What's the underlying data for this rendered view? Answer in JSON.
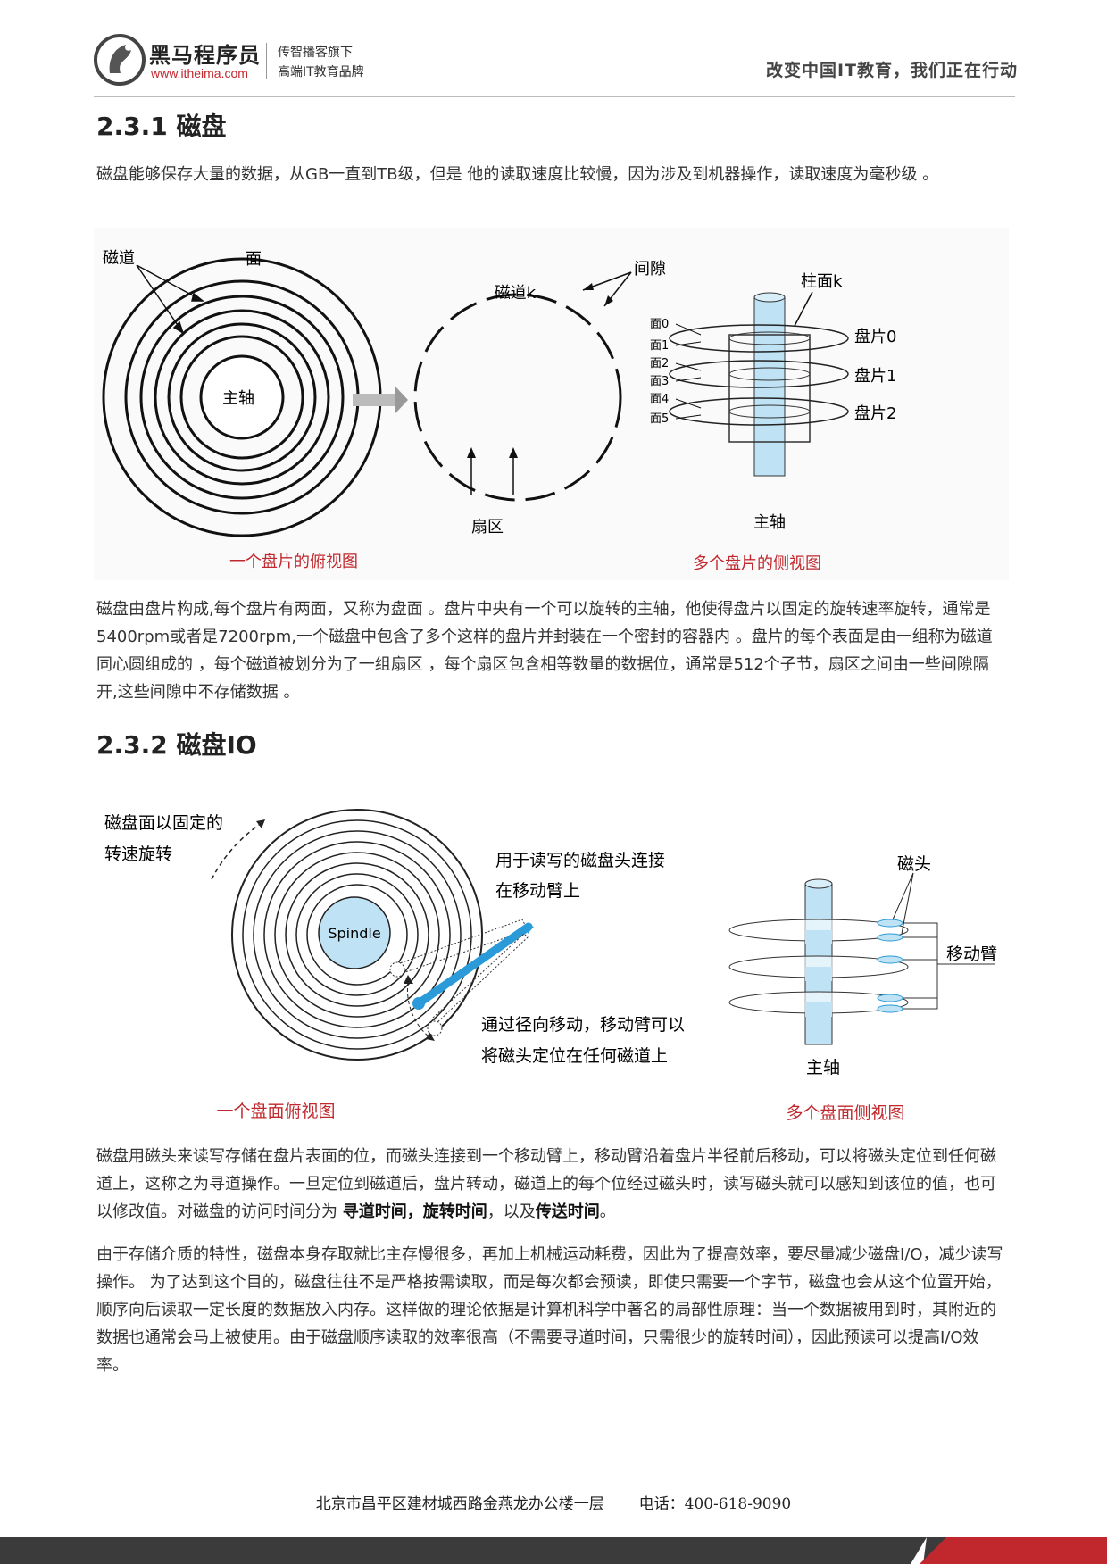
{
  "header": {
    "brand_name": "黑马程序员",
    "brand_url": "www.itheima.com",
    "tagline_1": "传智播客旗下",
    "tagline_2": "高端IT教育品牌",
    "slogan": "改变中国IT教育，我们正在行动"
  },
  "section1": {
    "title": "2.3.1 磁盘",
    "intro": "磁盘能够保存大量的数据，从GB一直到TB级，但是 他的读取速度比较慢，因为涉及到机器操作，读取速度为毫秒级 。",
    "figure": {
      "top_view": {
        "label_track": "磁道",
        "label_face": "面",
        "label_spindle": "主轴"
      },
      "track_view": {
        "label_track_k": "磁道k",
        "label_gap": "间隙",
        "label_sector": "扇区"
      },
      "side_view": {
        "label_cylinder": "柱面k",
        "faces": [
          "面0",
          "面1",
          "面2",
          "面3",
          "面4",
          "面5"
        ],
        "platters": [
          "盘片0",
          "盘片1",
          "盘片2"
        ],
        "label_spindle": "主轴"
      },
      "caption_top": "一个盘片的俯视图",
      "caption_side": "多个盘片的侧视图"
    },
    "body": "磁盘由盘片构成,每个盘片有两面，又称为盘面 。盘片中央有一个可以旋转的主轴，他使得盘片以固定的旋转速率旋转，通常是5400rpm或者是7200rpm,一个磁盘中包含了多个这样的盘片并封装在一个密封的容器内 。盘片的每个表面是由一组称为磁道同心圆组成的 ，每个磁道被划分为了一组扇区 ，每个扇区包含相等数量的数据位，通常是512个子节，扇区之间由一些间隙隔开,这些间隙中不存储数据 。"
  },
  "section2": {
    "title": "2.3.2 磁盘IO",
    "figure": {
      "rotate_1": "磁盘面以固定的",
      "rotate_2": "转速旋转",
      "spindle": "Spindle",
      "head_1": "用于读写的磁盘头连接",
      "head_2": "在移动臂上",
      "move_1": "通过径向移动，移动臂可以",
      "move_2": "将磁头定位在任何磁道上",
      "label_head": "磁头",
      "label_arm": "移动臂",
      "label_spindle": "主轴",
      "caption_top": "一个盘面俯视图",
      "caption_side": "多个盘面侧视图"
    },
    "p1_text": "磁盘用磁头来读写存储在盘片表面的位，而磁头连接到一个移动臂上，移动臂沿着盘片半径前后移动，可以将磁头定位到任何磁道上，这称之为寻道操作。一旦定位到磁道后，盘片转动，磁道上的每个位经过磁头时，读写磁头就可以感知到该位的值，也可以修改值。对磁盘的访问时间分为 ",
    "p1_b1": "寻道时间",
    "p1_sep1": "，",
    "p1_b2": "旋转时间",
    "p1_sep2": "，以及",
    "p1_b3": "传送时间",
    "p1_end": "。",
    "p2": "由于存储介质的特性，磁盘本身存取就比主存慢很多，再加上机械运动耗费，因此为了提高效率，要尽量减少磁盘I/O，减少读写操作。 为了达到这个目的，磁盘往往不是严格按需读取，而是每次都会预读，即使只需要一个字节，磁盘也会从这个位置开始，顺序向后读取一定长度的数据放入内存。这样做的理论依据是计算机科学中著名的局部性原理：当一个数据被用到时，其附近的数据也通常会马上被使用。由于磁盘顺序读取的效率很高（不需要寻道时间，只需很少的旋转时间），因此预读可以提高I/O效率。"
  },
  "footer": {
    "address": "北京市昌平区建材城西路金燕龙办公楼一层",
    "phone": "电话：400-618-9090"
  },
  "colors": {
    "brand_red": "#c0282e",
    "spindle_blue": "#bfe3f5",
    "arm_blue": "#2a9ad8"
  }
}
